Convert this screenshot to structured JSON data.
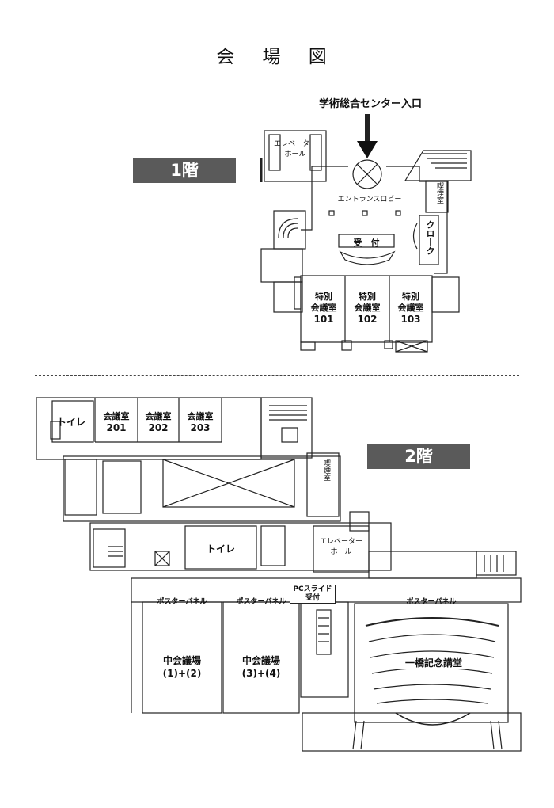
{
  "page": {
    "title": "会 場 図",
    "entrance_note": "学術総合センター入口"
  },
  "floor1": {
    "badge": "1階",
    "elevator_hall": "エレベーター\nホール",
    "entrance_lobby": "エントランスロビー",
    "smoking_room": "喫煙室",
    "cloak": "クローク",
    "reception": "受　付",
    "rooms": [
      {
        "line1": "特別",
        "line2": "会議室",
        "number": "101"
      },
      {
        "line1": "特別",
        "line2": "会議室",
        "number": "102"
      },
      {
        "line1": "特別",
        "line2": "会議室",
        "number": "103"
      }
    ]
  },
  "floor2": {
    "badge": "2階",
    "toilet": "トイレ",
    "rooms": [
      {
        "line1": "会議室",
        "number": "201"
      },
      {
        "line1": "会議室",
        "number": "202"
      },
      {
        "line1": "会議室",
        "number": "203"
      }
    ],
    "smoking_room": "喫煙室",
    "elevator_hall": "エレベーター\nホール",
    "toilet_center": "トイレ",
    "poster_panel_1": "ポスターパネル",
    "poster_panel_2": "ポスターパネル",
    "poster_panel_3": "ポスターパネル",
    "pc_slide": "PCスライド\n受付",
    "hall_a": "中会議場\n(1)+(2)",
    "hall_b": "中会議場\n(3)+(4)",
    "auditorium": "一橋記念講堂"
  },
  "colors": {
    "badge_bg": "#5a5a5a",
    "badge_fg": "#ffffff",
    "line": "#222222"
  }
}
